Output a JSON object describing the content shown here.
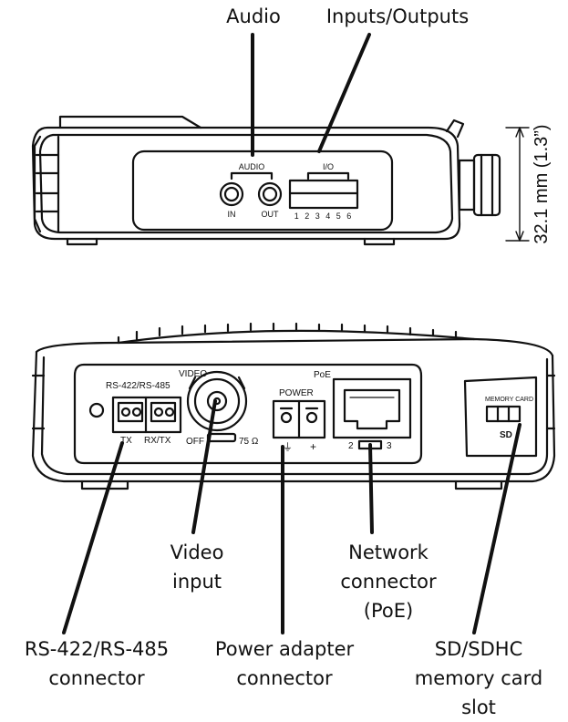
{
  "callouts": {
    "audio": "Audio",
    "io": "Inputs/Outputs",
    "video": "Video\ninput",
    "network": "Network\nconnector\n(PoE)",
    "rs": "RS-422/RS-485\nconnector",
    "power": "Power adapter\nconnector",
    "sd": "SD/SDHC\nmemory card\nslot"
  },
  "dimension": "32.1 mm (1.3”)",
  "top_panel": {
    "audio_label": "AUDIO",
    "in_label": "IN",
    "out_label": "OUT",
    "io_label": "I/O",
    "io_pins": "1 2 3 4 5 6"
  },
  "bottom_panel": {
    "video_label": "VIDEO",
    "rs_label": "RS-422/RS-485",
    "tx_label": "TX",
    "rxtx_label": "RX/TX",
    "off_label": "OFF",
    "ohm_label": "75 Ω",
    "power_label": "POWER",
    "ground_symbol": "⏚",
    "plus_symbol": "+",
    "poe_label": "PoE",
    "pin2": "2",
    "pin3": "3",
    "memory_label": "MEMORY CARD",
    "sd_logo": "SD"
  }
}
